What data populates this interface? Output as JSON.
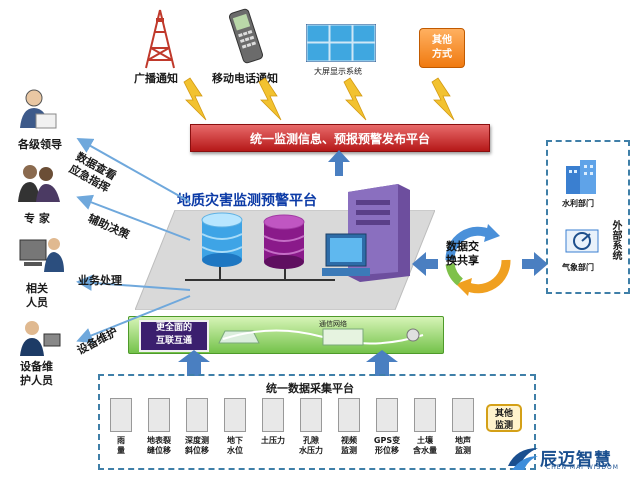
{
  "top_channels": {
    "broadcast": "广播通知",
    "mobile": "移动电话通知",
    "bigscreen": "大屏显示系统",
    "other_line1": "其他",
    "other_line2": "方式"
  },
  "banner": "统一监测信息、预报预警发布平台",
  "platform_title": "地质灾害监测预警平台",
  "users": {
    "leaders": "各级领导",
    "experts": "专  家",
    "staff_line1": "相关",
    "staff_line2": "人员",
    "maint_line1": "设备维",
    "maint_line2": "护人员"
  },
  "flows": {
    "query_line1": "数据查看",
    "query_line2": "应急指挥",
    "decision": "辅助决策",
    "business": "业务处理",
    "maintenance": "设备维护"
  },
  "green_bar": {
    "tag_line1": "更全面的",
    "tag_line2": "互联互通",
    "network": "通信网络"
  },
  "share": {
    "line1": "数据交",
    "line2": "换共享"
  },
  "external": {
    "title": "外部系统",
    "water": "水利部门",
    "weather": "气象部门"
  },
  "collection": {
    "title": "统一数据采集平台",
    "sensors": [
      {
        "l1": "雨",
        "l2": "量"
      },
      {
        "l1": "地表裂",
        "l2": "缝位移"
      },
      {
        "l1": "深度测",
        "l2": "斜位移"
      },
      {
        "l1": "地下",
        "l2": "水位"
      },
      {
        "l1": "土压力",
        "l2": ""
      },
      {
        "l1": "孔隙",
        "l2": "水压力"
      },
      {
        "l1": "视频",
        "l2": "监测"
      },
      {
        "l1": "GPS变",
        "l2": "形位移"
      },
      {
        "l1": "土壤",
        "l2": "含水量"
      },
      {
        "l1": "地声",
        "l2": "监测"
      }
    ],
    "other_line1": "其他",
    "other_line2": "监测"
  },
  "logo": {
    "cn": "辰迈智慧",
    "en": "CHEN MAI WISDOM"
  },
  "colors": {
    "banner_red": "#c0392b",
    "platform_blue": "#0b3aa6",
    "green_bar": "#74c24a",
    "dash_blue": "#3f7fa8",
    "lightning": "#f2c230"
  }
}
